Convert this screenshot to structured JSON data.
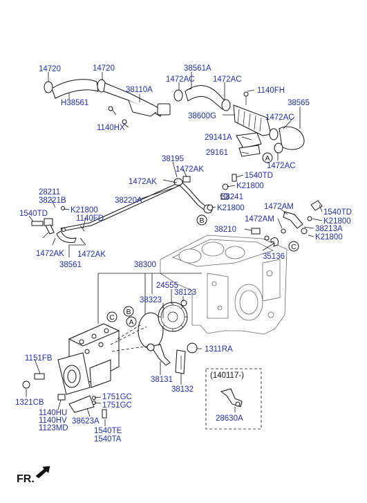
{
  "labels": [
    {
      "id": "l1",
      "text": "14720"
    },
    {
      "id": "l2",
      "text": "14720"
    },
    {
      "id": "l3",
      "text": "38561A"
    },
    {
      "id": "l4",
      "text": "1472AC"
    },
    {
      "id": "l5",
      "text": "1472AC"
    },
    {
      "id": "l6",
      "text": "38110A"
    },
    {
      "id": "l7",
      "text": "1140FH"
    },
    {
      "id": "l8",
      "text": "H38561"
    },
    {
      "id": "l9",
      "text": "38565"
    },
    {
      "id": "l10",
      "text": "38600G"
    },
    {
      "id": "l11",
      "text": "1472AC"
    },
    {
      "id": "l12",
      "text": "1140HX"
    },
    {
      "id": "l13",
      "text": "29141A"
    },
    {
      "id": "l14",
      "text": "29161"
    },
    {
      "id": "l15",
      "text": "1472AC"
    },
    {
      "id": "l16",
      "text": "38195"
    },
    {
      "id": "l17",
      "text": "1472AK"
    },
    {
      "id": "l18",
      "text": "1472AK"
    },
    {
      "id": "l19",
      "text": "1540TD"
    },
    {
      "id": "l20",
      "text": "K21800"
    },
    {
      "id": "l21",
      "text": "28211"
    },
    {
      "id": "l22",
      "text": "38221B"
    },
    {
      "id": "l23",
      "text": "38220A"
    },
    {
      "id": "l24",
      "text": "38241"
    },
    {
      "id": "l25",
      "text": "K21800"
    },
    {
      "id": "l26",
      "text": "K21800"
    },
    {
      "id": "l27",
      "text": "1540TD"
    },
    {
      "id": "l28",
      "text": "1140FD"
    },
    {
      "id": "l29",
      "text": "1472AM"
    },
    {
      "id": "l30",
      "text": "1540TD"
    },
    {
      "id": "l31",
      "text": "K21800"
    },
    {
      "id": "l32",
      "text": "1472AM"
    },
    {
      "id": "l33",
      "text": "38213A"
    },
    {
      "id": "l34",
      "text": "38210"
    },
    {
      "id": "l35",
      "text": "K21800"
    },
    {
      "id": "l36",
      "text": "1472AK"
    },
    {
      "id": "l37",
      "text": "1472AK"
    },
    {
      "id": "l38",
      "text": "38561"
    },
    {
      "id": "l39",
      "text": "35136"
    },
    {
      "id": "l40",
      "text": "38300"
    },
    {
      "id": "l41",
      "text": "24555"
    },
    {
      "id": "l42",
      "text": "38323"
    },
    {
      "id": "l43",
      "text": "38123"
    },
    {
      "id": "l44",
      "text": "1311RA"
    },
    {
      "id": "l45",
      "text": "1151FB"
    },
    {
      "id": "l46",
      "text": "38131"
    },
    {
      "id": "l47",
      "text": "38132"
    },
    {
      "id": "l48",
      "text": "1321CB"
    },
    {
      "id": "l49",
      "text": "1751GC"
    },
    {
      "id": "l50",
      "text": "1751GC"
    },
    {
      "id": "l51",
      "text": "1140HU"
    },
    {
      "id": "l52",
      "text": "1140HV"
    },
    {
      "id": "l53",
      "text": "38623A"
    },
    {
      "id": "l54",
      "text": "1123MD"
    },
    {
      "id": "l55",
      "text": "1540TE"
    },
    {
      "id": "l56",
      "text": "1540TA"
    },
    {
      "id": "l57",
      "text": "28630A"
    }
  ],
  "markers": [
    {
      "id": "m1",
      "text": "A"
    },
    {
      "id": "m2",
      "text": "B"
    },
    {
      "id": "m3",
      "text": "C"
    },
    {
      "id": "m4",
      "text": "B"
    },
    {
      "id": "m5",
      "text": "A"
    },
    {
      "id": "m6",
      "text": "C"
    }
  ],
  "inset_box": {
    "date_label": "(140117-)"
  },
  "footer": {
    "direction_label": "FR."
  }
}
